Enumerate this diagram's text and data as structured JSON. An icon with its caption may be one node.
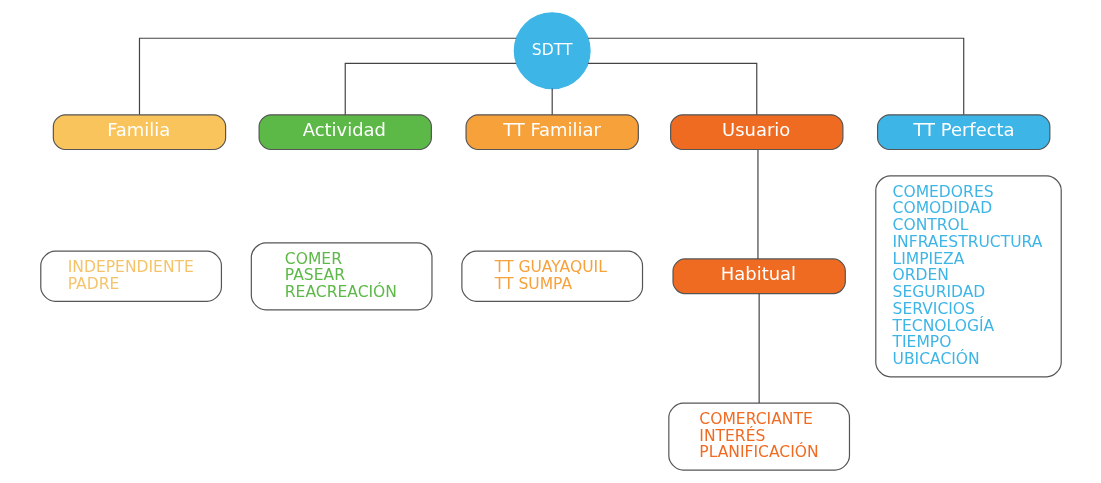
{
  "diagram": {
    "nodes": [
      {
        "text": [
          "SDTT"
        ]
      },
      {
        "text": [
          "Familia"
        ]
      },
      {
        "text": [
          "Actividad"
        ]
      },
      {
        "text": [
          "TT Familiar"
        ]
      },
      {
        "text": [
          "Usuario"
        ]
      },
      {
        "text": [
          "Habitual"
        ]
      },
      {
        "text": [
          "TT Perfecta"
        ]
      },
      {
        "text": [
          "INDEPENDIENTE",
          "PADRE"
        ]
      },
      {
        "text": [
          "COMER",
          "PASEAR",
          "REACREACIÓN"
        ]
      },
      {
        "text": [
          "TT GUAYAQUIL",
          "TT SUMPA"
        ]
      },
      {
        "text": [
          "COMERCIANTE",
          "INTERÉS",
          "PLANIFICACIÓN"
        ]
      },
      {
        "text": [
          "COMEDORES",
          "COMODIDAD",
          "CONTROL",
          "INFRAESTRUCTURA",
          "LIMPIEZA",
          "ORDEN",
          "SEGURIDAD",
          "SERVICIOS",
          "TECNOLOGÍA",
          "TIEMPO",
          "UBICACIÓN"
        ]
      }
    ],
    "edges": [
      {
        "from": 0,
        "to": 1,
        "arrow": "none"
      },
      {
        "from": 0,
        "to": 2,
        "arrow": "none"
      },
      {
        "from": 0,
        "to": 3,
        "arrow": "none"
      },
      {
        "from": 0,
        "to": 4,
        "arrow": "none"
      },
      {
        "from": 0,
        "to": 6,
        "arrow": "none"
      },
      {
        "from": 4,
        "to": 5,
        "arrow": "none"
      },
      {
        "from": 5,
        "to": 10,
        "arrow": "none"
      }
    ]
  }
}
